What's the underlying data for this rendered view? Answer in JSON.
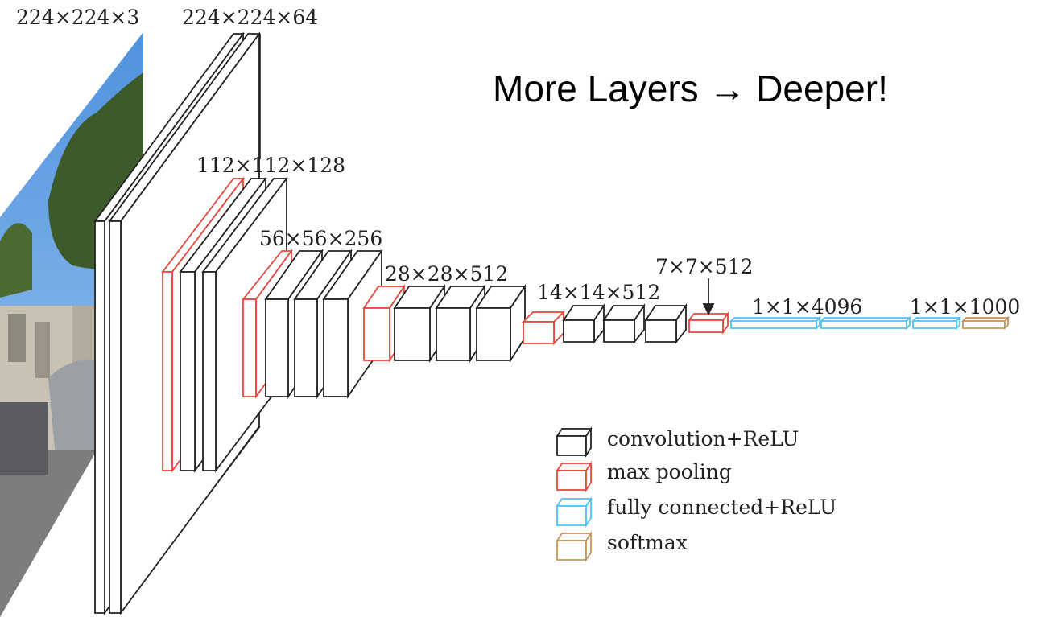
{
  "headline": "More Layers → Deeper!",
  "dimension_labels": {
    "input": "224×224×3",
    "conv1": "224×224×64",
    "conv2": "112×112×128",
    "conv3": "56×56×256",
    "conv4": "28×28×512",
    "conv5": "14×14×512",
    "pool5": "7×7×512",
    "fc": "1×1×4096",
    "softmax": "1×1×1000"
  },
  "legend": [
    {
      "label": "convolution+ReLU",
      "color": "#222222"
    },
    {
      "label": "max pooling",
      "color": "#e8453c"
    },
    {
      "label": "fully connected+ReLU",
      "color": "#4fc3f7"
    },
    {
      "label": "softmax",
      "color": "#c8955a"
    }
  ],
  "colors": {
    "conv": "#222222",
    "pool": "#e8453c",
    "fc": "#4fc3f7",
    "softmax": "#c8955a",
    "input_sky": "#5b9be0",
    "input_tree": "#3f5a2c"
  }
}
